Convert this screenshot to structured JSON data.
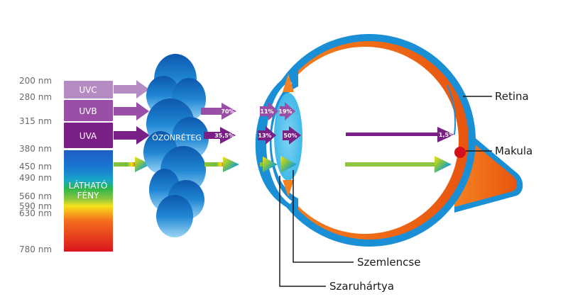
{
  "wavelengths": [
    "200 nm",
    "280 nm",
    "315 nm",
    "380 nm",
    "450 nm",
    "490 nm",
    "560 nm",
    "590 nm",
    "630 nm",
    "780 nm"
  ],
  "bands": {
    "uvc": "UVC",
    "uvb": "UVB",
    "uva": "UVA",
    "visible_line1": "LÁTHATÓ",
    "visible_line2": "FÉNY"
  },
  "ozone_layer": "ÓZONRÉTEG",
  "percentages": {
    "uvb_after_ozone": "70%",
    "uva_after_ozone": "35,5%",
    "uvb_cornea": "11%",
    "uvb_lens": "19%",
    "uva_cornea": "13%",
    "uva_lens": "50%",
    "uva_retina": "1,5%"
  },
  "labels": {
    "retina": "Retina",
    "macula": "Makula",
    "lens": "Szemlencse",
    "cornea": "Szaruhártya"
  },
  "colors": {
    "uvc": "#b58bc4",
    "uvb": "#9a4fa6",
    "uva": "#7a1f86",
    "ozone": "#1a6fc0",
    "eye_outer": "#1b8fd6",
    "eye_inner": "#f26a10",
    "macula": "#d5101e",
    "green_arrow": "#8cc63f"
  }
}
